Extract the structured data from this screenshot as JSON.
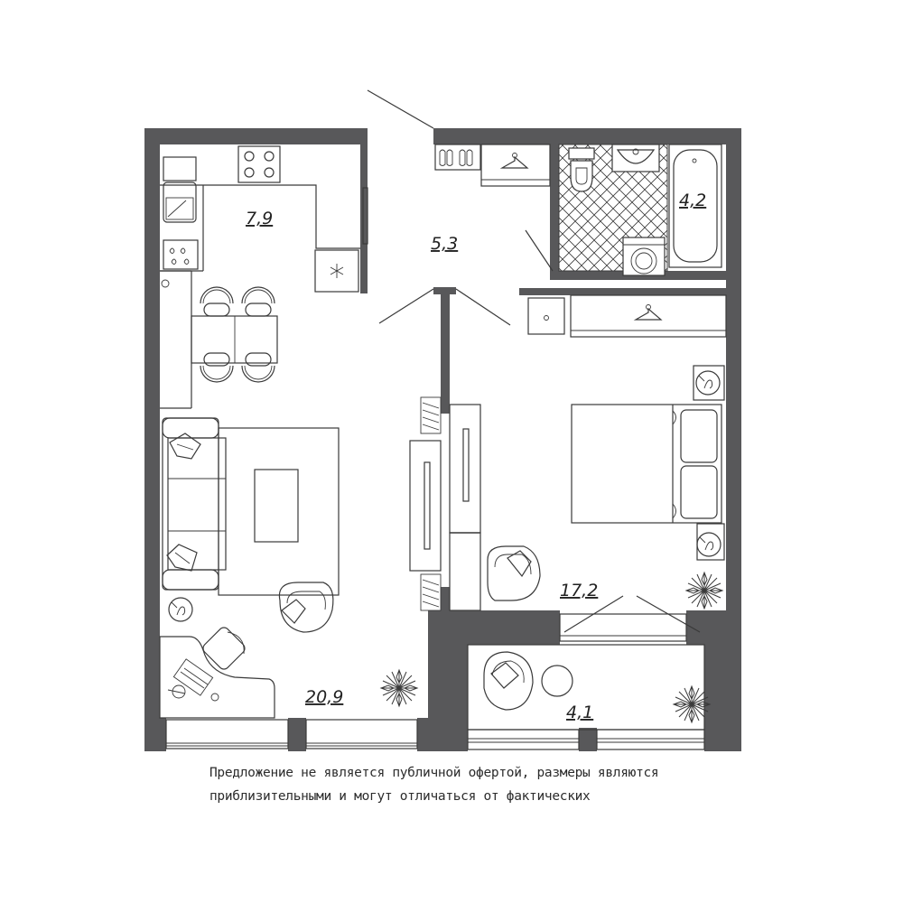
{
  "rooms": [
    {
      "id": "kitchen",
      "area": "7,9"
    },
    {
      "id": "hall",
      "area": "5,3"
    },
    {
      "id": "bathroom",
      "area": "4,2"
    },
    {
      "id": "living",
      "area": "20,9"
    },
    {
      "id": "bedroom",
      "area": "17,2"
    },
    {
      "id": "balcony",
      "area": "4,1"
    }
  ],
  "disclaimer": {
    "line1": "Предложение не является публичной офертой, размеры являются",
    "line2": "приблизительными и могут отличаться от фактических"
  },
  "colors": {
    "wall": "#58585a",
    "line": "#3a3a3a",
    "background": "#ffffff"
  }
}
